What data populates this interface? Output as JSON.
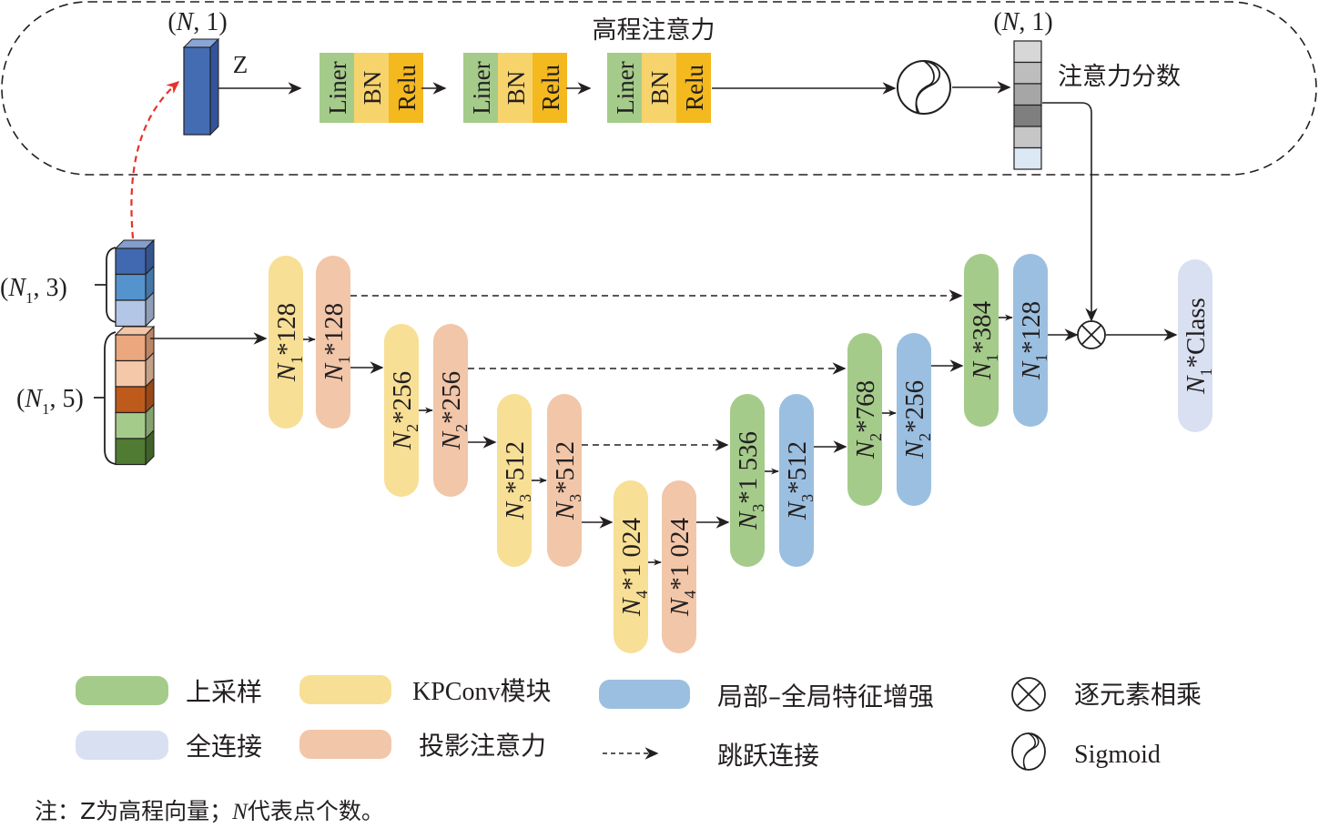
{
  "title": "高程注意力",
  "colors": {
    "upsample": "#a5cb8b",
    "kpconv": "#f7df95",
    "lgfe": "#9bbfe0",
    "fc": "#d9e0f2",
    "proj_attn": "#f2c6a9",
    "liner": "#a5cb8b",
    "bn": "#f7d36c",
    "relu": "#f4b91f",
    "z_vector": "#436cb3",
    "red_arrow": "#e8312a",
    "line": "#231f20"
  },
  "attention_branch": {
    "z_shape": "(N, 1)",
    "z_label": "Z",
    "blocks": [
      {
        "liner": "Liner",
        "bn": "BN",
        "relu": "Relu"
      },
      {
        "liner": "Liner",
        "bn": "BN",
        "relu": "Relu"
      },
      {
        "liner": "Liner",
        "bn": "BN",
        "relu": "Relu"
      }
    ],
    "score_shape": "(N, 1)",
    "score_label": "注意力分数",
    "score_cells": [
      "#d7d7d7",
      "#bdbdbd",
      "#a6a6a6",
      "#7f7f7f",
      "#c6c6c6",
      "#dce8f4"
    ]
  },
  "inputs": {
    "xyz_label": "(N₁, 3)",
    "feat_label": "(N₁, 5)",
    "xyz_cells": [
      "#4169b1",
      "#5593cf",
      "#b3c6e6"
    ],
    "feat_cells": [
      "#eba77d",
      "#f4c8a9",
      "#bf5a1d",
      "#a5cb8b",
      "#4f7b32"
    ]
  },
  "network": {
    "blocks": [
      {
        "type": "kpconv",
        "n": "N",
        "sub": "1",
        "dim": "128"
      },
      {
        "type": "proj_attn",
        "n": "N",
        "sub": "1",
        "dim": "128"
      },
      {
        "type": "kpconv",
        "n": "N",
        "sub": "2",
        "dim": "256"
      },
      {
        "type": "proj_attn",
        "n": "N",
        "sub": "2",
        "dim": "256"
      },
      {
        "type": "kpconv",
        "n": "N",
        "sub": "3",
        "dim": "512"
      },
      {
        "type": "proj_attn",
        "n": "N",
        "sub": "3",
        "dim": "512"
      },
      {
        "type": "kpconv",
        "n": "N",
        "sub": "4",
        "dim": "1 024"
      },
      {
        "type": "proj_attn",
        "n": "N",
        "sub": "4",
        "dim": "1 024"
      },
      {
        "type": "upsample",
        "n": "N",
        "sub": "3",
        "dim": "1 536"
      },
      {
        "type": "lgfe",
        "n": "N",
        "sub": "3",
        "dim": "512"
      },
      {
        "type": "upsample",
        "n": "N",
        "sub": "2",
        "dim": "768"
      },
      {
        "type": "lgfe",
        "n": "N",
        "sub": "2",
        "dim": "256"
      },
      {
        "type": "upsample",
        "n": "N",
        "sub": "1",
        "dim": "384"
      },
      {
        "type": "lgfe",
        "n": "N",
        "sub": "1",
        "dim": "128"
      },
      {
        "type": "fc",
        "n": "N",
        "sub": "1",
        "dim": "Class"
      }
    ]
  },
  "legend": {
    "upsample": "上采样",
    "kpconv": "KPConv模块",
    "lgfe": "局部–全局特征增强",
    "multiply": "逐元素相乘",
    "fc": "全连接",
    "proj_attn": "投影注意力",
    "skip": "跳跃连接",
    "sigmoid": "Sigmoid"
  },
  "note": "注：Z为高程向量；N代表点个数。",
  "note_parts": {
    "prefix": "注：Z为高程向量；",
    "italic": "N",
    "suffix": "代表点个数。"
  }
}
